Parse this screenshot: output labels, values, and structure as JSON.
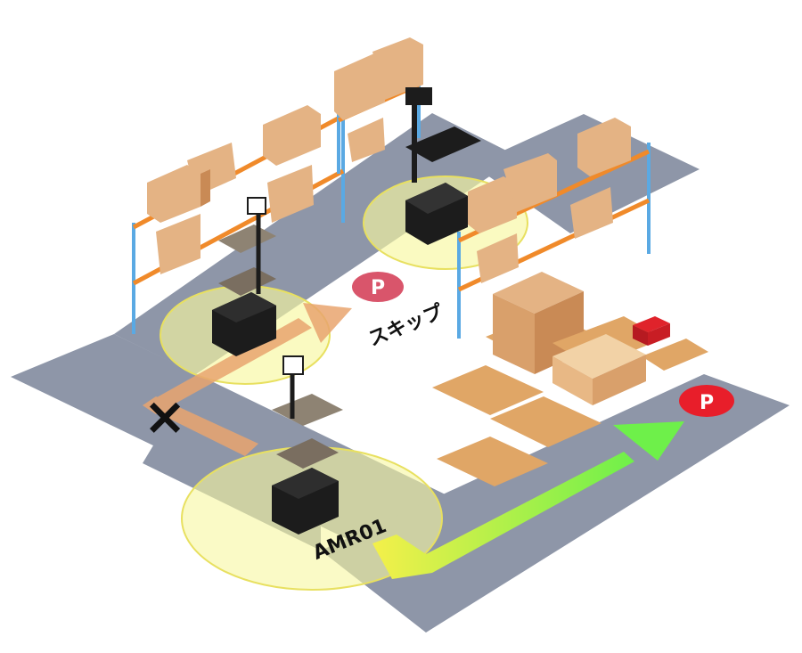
{
  "labels": {
    "robot_id": "AMR01",
    "skip": "スキップ",
    "blocked_mark": "×",
    "parking_symbol": "P"
  },
  "parking_spots": [
    {
      "id": "p1",
      "color": "#d9556b"
    },
    {
      "id": "p2",
      "color": "#e81e2a"
    }
  ],
  "arrows": {
    "skipped_route_color": "#e9a56f",
    "active_route_start": "#f4f04a",
    "active_route_end": "#6ef04a"
  },
  "colors": {
    "floor_path": "#8e96a8",
    "box": "#e4b384",
    "box_dark": "#c98a55",
    "shelf_post": "#5aa9e3",
    "shelf_beam": "#f08a2a",
    "robot_body": "#1c1c1c",
    "sensor_zone": "#f7f7a0",
    "pallet": "#e0a666",
    "crate": "#e0232b"
  }
}
